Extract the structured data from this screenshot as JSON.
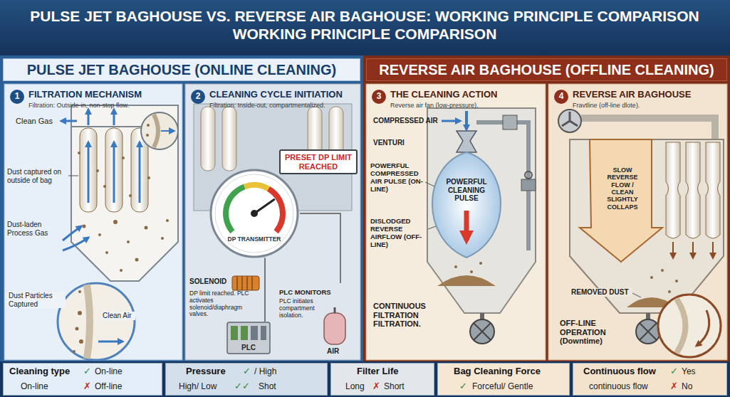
{
  "diagram": {
    "title": "PULSE JET BAGHOUSE VS. REVERSE AIR BAGHOUSE: WORKING PRINCIPLE COMPARISON WORKING PRINCIPLE COMPARISON",
    "nodes": [
      {
        "text": [
          "PULSE JET BAGHOUSE (ONLINE CLEANING)"
        ]
      },
      {
        "text": [
          "REVERSE AIR BAGHOUSE (OFFLINE CLEANING)"
        ]
      },
      {
        "text": [
          "FILTRATION MECHANISM",
          "Filtration: Outside-in, non-stop flow."
        ]
      },
      {
        "text": [
          "1"
        ],
        "in": 2
      },
      {
        "text": [
          "CLEANING CYCLE INITIATION",
          "Filtration: Inside-out, compartmentalized."
        ]
      },
      {
        "text": [
          "2"
        ],
        "in": 4
      },
      {
        "text": [
          "PRESET DP LIMIT REACHED"
        ],
        "in": 4
      },
      {
        "text": [
          "DP TRANSMITTER"
        ],
        "in": 4
      },
      {
        "text": [
          "PLC"
        ],
        "in": 4
      },
      {
        "text": [
          "THE CLEANING ACTION",
          "Reverse air fan (low-pressure)."
        ]
      },
      {
        "text": [
          "3"
        ],
        "in": 9
      },
      {
        "text": [
          "REVERSE AIR BAGHOUSE",
          "Fravtline (off-line dlote)."
        ]
      },
      {
        "text": [
          "4"
        ],
        "in": 11
      },
      {
        "text": [
          "Cleaning type",
          "✓",
          "On-line",
          "On-line",
          "✗",
          "Off-line"
        ]
      },
      {
        "text": [
          "Pressure",
          "✓",
          "/ High",
          "High/ Low",
          "✓✓",
          "Shot"
        ]
      },
      {
        "text": [
          "Filter Life",
          "Long",
          "✗",
          "Short"
        ]
      },
      {
        "text": [
          "Bag Cleaning Force",
          "✓",
          "Forceful/ Gentle"
        ]
      },
      {
        "text": [
          "Continuous flow",
          "✓",
          "Yes",
          "continuous flow",
          "✗",
          "No"
        ]
      }
    ],
    "edges": [
      {
        "from": 7,
        "to": 8,
        "arrow": "none"
      }
    ],
    "labels": [
      "Clean Gas",
      "Dust captured on outside of bag",
      "Dust-laden Process Gas",
      "Dust Particles Captured",
      "Clean Air",
      "SOLENOID",
      "DP limit reached. PLC activates solenoid/diaphragm valves.",
      "PLC MONITORS",
      "PLC initiates compartment isolation.",
      "AIR",
      "COMPRESSED AIR",
      "VENTURI",
      "POWERFUL COMPRESSED AIR PULSE (ON-LINE)",
      "POWERFUL CLEANING PULSE",
      "DISLODGED REVERSE AIRFLOW (OFF-LINE)",
      "CONTINUOUS FILTRATION FILTRATION.",
      "SLOW REVERSE FLOW / CLEAN SLIGHTLY COLLAPS",
      "REMOVED DUST",
      "OFF-LINE OPERATION (Downtime)"
    ]
  }
}
